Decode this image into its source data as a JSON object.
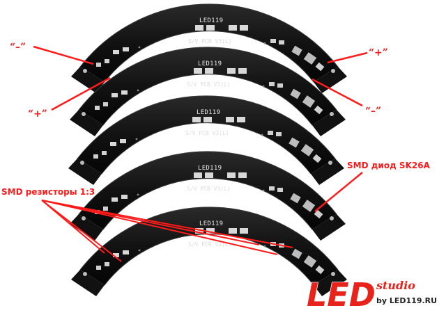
{
  "boards": [
    {
      "label": "LED119",
      "sub": "S/V PCB V3(L)"
    },
    {
      "label": "LED119",
      "sub": "S/V PCB V3(L)"
    },
    {
      "label": "LED119",
      "sub": "S/V PCB V3(L)"
    },
    {
      "label": "LED119",
      "sub": "S/V PCB V3(L)"
    },
    {
      "label": "LED119",
      "sub": "S/V PCB V3(L)"
    }
  ],
  "annotations": {
    "minus_left": "“–”",
    "plus_left": "“+”",
    "plus_right": "“+”",
    "minus_right": "“–”",
    "diode": "SMD диод SK26A",
    "resistors": "SMD резисторы 1:3"
  },
  "logo": {
    "big": "LED",
    "studio": "studio",
    "by": "by LED119.RU"
  },
  "colors": {
    "pcb": "#141414",
    "pad": "#d8d8d8",
    "annotation": "#ff1a1a",
    "logo": "#e8231b"
  }
}
